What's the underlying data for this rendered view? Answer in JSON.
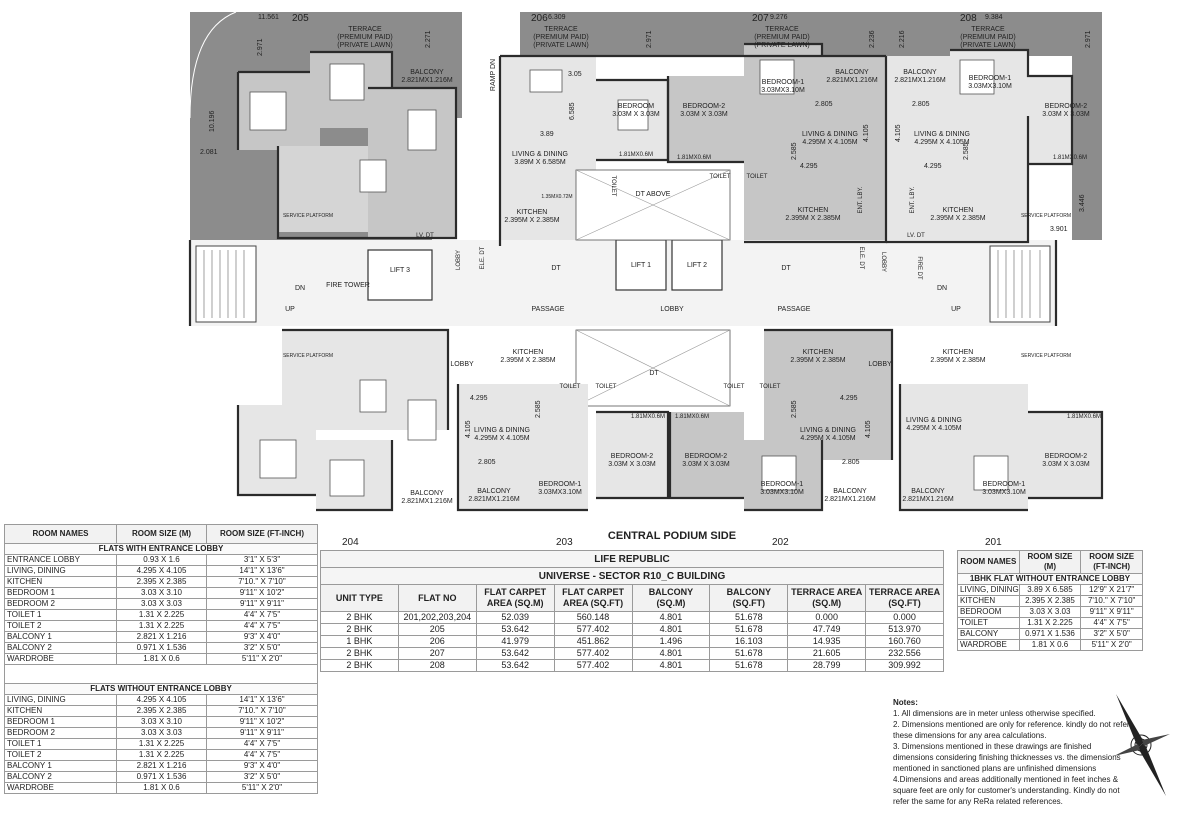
{
  "plan": {
    "units": [
      "205",
      "206",
      "207",
      "208",
      "204",
      "203",
      "202",
      "201"
    ],
    "common": {
      "terrace": "TERRACE",
      "premium": "(PREMIUM PAID)",
      "lawn": "(PRIVATE LAWN)",
      "ramp": "RAMP DN",
      "dt_above": "DT ABOVE",
      "dt": "DT",
      "lift1": "LIFT 1",
      "lift2": "LIFT 2",
      "lift3": "LIFT 3",
      "passage": "PASSAGE",
      "lobby": "LOBBY",
      "fire_tower": "FIRE TOWER",
      "dn": "DN",
      "up": "UP",
      "ele_dt": "ELE. DT",
      "fire_dt": "FIRE DT",
      "lv_dt": "LV. DT",
      "service_platform": "SERVICE PLATFORM",
      "ent_lby": "ENT. LBY.",
      "ent_lby_size": "0.93X1.6",
      "central_podium": "CENTRAL PODIUM SIDE"
    },
    "rooms": {
      "bedroom1": "BEDROOM-1",
      "bedroom1_size": "3.03MX3.10M",
      "bedroom2": "BEDROOM-2",
      "bedroom2_size": "3.03M X 3.03M",
      "bedroom": "BEDROOM",
      "bedroom_size": "3.03M X 3.03M",
      "living": "LIVING & DINING",
      "living_size": "4.295M X 4.105M",
      "living206_size": "3.89M X 6.585M",
      "kitchen": "KITCHEN",
      "kitchen_size": "2.395M X 2.385M",
      "balcony": "BALCONY",
      "balcony_size": "2.821MX1.216M",
      "toilet": "TOILET",
      "toilet_size": "1.31X2.225",
      "balcony_small": "0.971X1.536",
      "wardrobe_size": "1.81MX0.6M",
      "small_305": "1.35MX0.72M"
    },
    "dims": {
      "d11561": "11.561",
      "d6309": "6.309",
      "d9276": "9.276",
      "d9384": "9.384",
      "d2971": "2.971",
      "d2271": "2.271",
      "d2236": "2.236",
      "d2216": "2.216",
      "d10196": "10.196",
      "d2081": "2.081",
      "d305": "3.05",
      "d389": "3.89",
      "d6585": "6.585",
      "d4295": "4.295",
      "d4105": "4.105",
      "d2805": "2.805",
      "d2585": "2.585",
      "d3446": "3.446",
      "d3901": "3.901"
    }
  },
  "left_table": {
    "headers": [
      "ROOM NAMES",
      "ROOM SIZE (M)",
      "ROOM SIZE (FT-INCH)"
    ],
    "section1": "FLATS WITH ENTRANCE LOBBY",
    "rows1": [
      [
        "ENTRANCE LOBBY",
        "0.93 X 1.6",
        "3'1\" X 5'3\""
      ],
      [
        "LIVING, DINING",
        "4.295 X 4.105",
        "14'1\" X 13'6\""
      ],
      [
        "KITCHEN",
        "2.395 X 2.385",
        "7'10.\" X 7'10\""
      ],
      [
        "BEDROOM 1",
        "3.03 X 3.10",
        "9'11\" X 10'2\""
      ],
      [
        "BEDROOM 2",
        "3.03 X 3.03",
        "9'11\" X 9'11\""
      ],
      [
        "TOILET 1",
        "1.31 X 2.225",
        "4'4\" X 7'5\""
      ],
      [
        "TOILET 2",
        "1.31 X 2.225",
        "4'4\" X 7'5\""
      ],
      [
        "BALCONY 1",
        "2.821 X 1.216",
        "9'3\" X 4'0\""
      ],
      [
        "BALCONY 2",
        "0.971 X 1.536",
        "3'2\" X 5'0\""
      ],
      [
        "WARDROBE",
        "1.81 X 0.6",
        "5'11\" X 2'0\""
      ]
    ],
    "section2": "FLATS WITHOUT ENTRANCE LOBBY",
    "rows2": [
      [
        "LIVING, DINING",
        "4.295 X 4.105",
        "14'1\" X 13'6\""
      ],
      [
        "KITCHEN",
        "2.395 X 2.385",
        "7'10.\" X 7'10\""
      ],
      [
        "BEDROOM 1",
        "3.03 X 3.10",
        "9'11\" X 10'2\""
      ],
      [
        "BEDROOM 2",
        "3.03 X 3.03",
        "9'11\" X 9'11\""
      ],
      [
        "TOILET 1",
        "1.31 X 2.225",
        "4'4\" X 7'5\""
      ],
      [
        "TOILET 2",
        "1.31 X 2.225",
        "4'4\" X 7'5\""
      ],
      [
        "BALCONY 1",
        "2.821 X 1.216",
        "9'3\" X 4'0\""
      ],
      [
        "BALCONY 2",
        "0.971 X 1.536",
        "3'2\" X 5'0\""
      ],
      [
        "WARDROBE",
        "1.81 X 0.6",
        "5'11\" X 2'0\""
      ]
    ]
  },
  "mid_table": {
    "title": "LIFE REPUBLIC",
    "subtitle": "UNIVERSE - SECTOR R10_C BUILDING",
    "headers": [
      "UNIT TYPE",
      "FLAT NO",
      "FLAT CARPET AREA (SQ.M)",
      "FLAT CARPET AREA (SQ.FT)",
      "BALCONY (SQ.M)",
      "BALCONY (SQ.FT)",
      "TERRACE AREA (SQ.M)",
      "TERRACE AREA (SQ.FT)"
    ],
    "rows": [
      [
        "2 BHK",
        "201,202,203,204",
        "52.039",
        "560.148",
        "4.801",
        "51.678",
        "0.000",
        "0.000"
      ],
      [
        "2 BHK",
        "205",
        "53.642",
        "577.402",
        "4.801",
        "51.678",
        "47.749",
        "513.970"
      ],
      [
        "1 BHK",
        "206",
        "41.979",
        "451.862",
        "1.496",
        "16.103",
        "14.935",
        "160.760"
      ],
      [
        "2 BHK",
        "207",
        "53.642",
        "577.402",
        "4.801",
        "51.678",
        "21.605",
        "232.556"
      ],
      [
        "2 BHK",
        "208",
        "53.642",
        "577.402",
        "4.801",
        "51.678",
        "28.799",
        "309.992"
      ]
    ]
  },
  "right_table": {
    "headers": [
      "ROOM NAMES",
      "ROOM SIZE (M)",
      "ROOM SIZE (FT-INCH)"
    ],
    "section": "1BHK FLAT WITHOUT ENTRANCE LOBBY",
    "rows": [
      [
        "LIVING, DINING",
        "3.89 X 6.585",
        "12'9\" X 21'7\""
      ],
      [
        "KITCHEN",
        "2.395 X 2.385",
        "7'10.\" X 7'10\""
      ],
      [
        "BEDROOM",
        "3.03 X 3.03",
        "9'11\" X 9'11\""
      ],
      [
        "TOILET",
        "1.31 X 2.225",
        "4'4\" X 7'5\""
      ],
      [
        "BALCONY",
        "0.971 X 1.536",
        "3'2\" X 5'0\""
      ],
      [
        "WARDROBE",
        "1.81 X 0.6",
        "5'11\" X 2'0\""
      ]
    ]
  },
  "notes": {
    "title": "Notes:",
    "items": [
      "1. All dimensions are in meter unless otherwise specified.",
      "2. Dimensions mentioned are only for reference. kindly do not refer these dimensions for any area calculations.",
      "3. Dimensions mentioned in these drawings are finished dimensions considering finishing thicknesses vs. the dimensions mentioned in sanctioned plans are unfinished dimensions",
      "4.Dimensions and areas additionally mentioned in feet  inches & square feet are only for customer's understanding. Kindly do not refer the same for any ReRa related references."
    ]
  },
  "colors": {
    "terrace": "#8c8c8c",
    "dark_room": "#c6c6c6",
    "light_room": "#e4e4e4",
    "core": "#f3f3f3",
    "wall": "#2b2b2b"
  }
}
